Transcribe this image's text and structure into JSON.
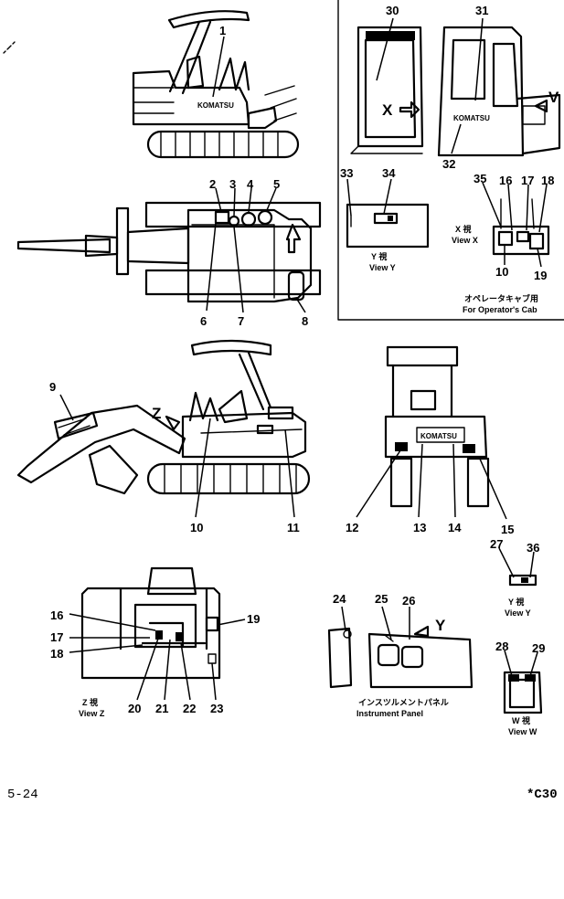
{
  "brand": "KOMATSU",
  "view_labels": {
    "view_x": "View X",
    "view_y": "View Y",
    "view_y2": "View Y",
    "view_z": "View Z",
    "view_w": "View W",
    "instrument_panel": "Instrument Panel",
    "operators_cab": "For Operator's Cab"
  },
  "view_labels_jp": {
    "view_x": "X 視",
    "view_y": "Y 視",
    "view_y2": "Y 視",
    "view_z": "Z 視",
    "view_w": "W 視",
    "instrument_panel": "インスツルメントパネル",
    "operators_cab": "オペレータキャブ用"
  },
  "view_letters": {
    "x": "X",
    "y": "Y",
    "z": "Z",
    "v": "V"
  },
  "callouts": [
    "1",
    "2",
    "3",
    "4",
    "5",
    "6",
    "7",
    "8",
    "9",
    "10",
    "11",
    "12",
    "13",
    "14",
    "15",
    "16",
    "17",
    "18",
    "19",
    "20",
    "21",
    "22",
    "23",
    "24",
    "25",
    "26",
    "27",
    "28",
    "29",
    "30",
    "31",
    "32",
    "33",
    "34",
    "35",
    "36"
  ],
  "cab_callouts": {
    "c16": "16",
    "c17": "17",
    "c18": "18",
    "c19": "19",
    "c10": "10"
  },
  "page_number": "5-24",
  "figure_code": "*C30"
}
